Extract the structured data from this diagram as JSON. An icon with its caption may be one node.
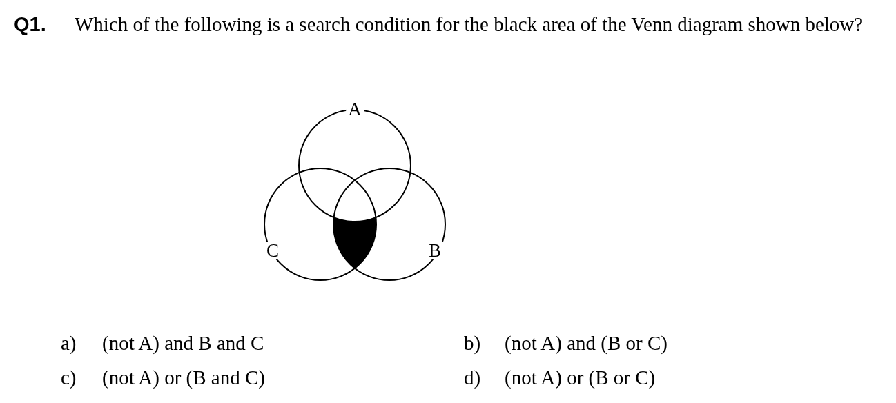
{
  "diagram": {
    "nodes": [
      {
        "text": [
          "A"
        ]
      },
      {
        "text": [
          "C"
        ]
      },
      {
        "text": [
          "B"
        ]
      }
    ],
    "edges": [],
    "labels": [
      "Q1.",
      "Which of the following is a search condition for the black area of the Venn diagram shown below?",
      "a)",
      "(not A) and B and C",
      "b)",
      "(not A) and (B or C)",
      "c)",
      "(not A) or (B and C)",
      "d)",
      "(not A) or (B or C)"
    ]
  }
}
